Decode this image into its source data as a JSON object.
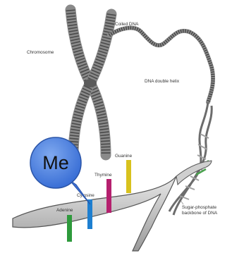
{
  "labels": {
    "chromosome": "Chromosome",
    "coiled_dna": "Coiled DNA",
    "double_helix": "DNA double helix",
    "guanine": "Guanine",
    "thymine": "Thymine",
    "cytosine": "Cytosine",
    "adenine": "Adenine",
    "backbone_line1": "Sugar-phosphate",
    "backbone_line2": "backbone of DNA"
  },
  "callout": {
    "text": "Me"
  },
  "colors": {
    "adenine": "#2e9a3c",
    "cytosine": "#1e7fd0",
    "thymine": "#b5206e",
    "guanine": "#d8c21e",
    "callout": "#4e86e6"
  }
}
